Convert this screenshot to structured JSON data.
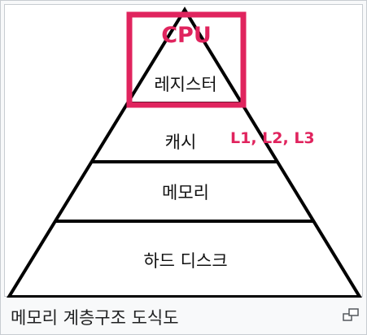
{
  "diagram": {
    "layers": [
      {
        "label": "레지스터"
      },
      {
        "label": "캐시"
      },
      {
        "label": "메모리"
      },
      {
        "label": "하드 디스크"
      }
    ],
    "cpu_label": "CPU",
    "cache_levels_label": "L1, L2, L3",
    "colors": {
      "highlight": "#e0245e",
      "line": "#000000"
    }
  },
  "caption": {
    "text": "메모리 계층구조 도식도"
  },
  "icons": {
    "expand": "expand-icon"
  }
}
